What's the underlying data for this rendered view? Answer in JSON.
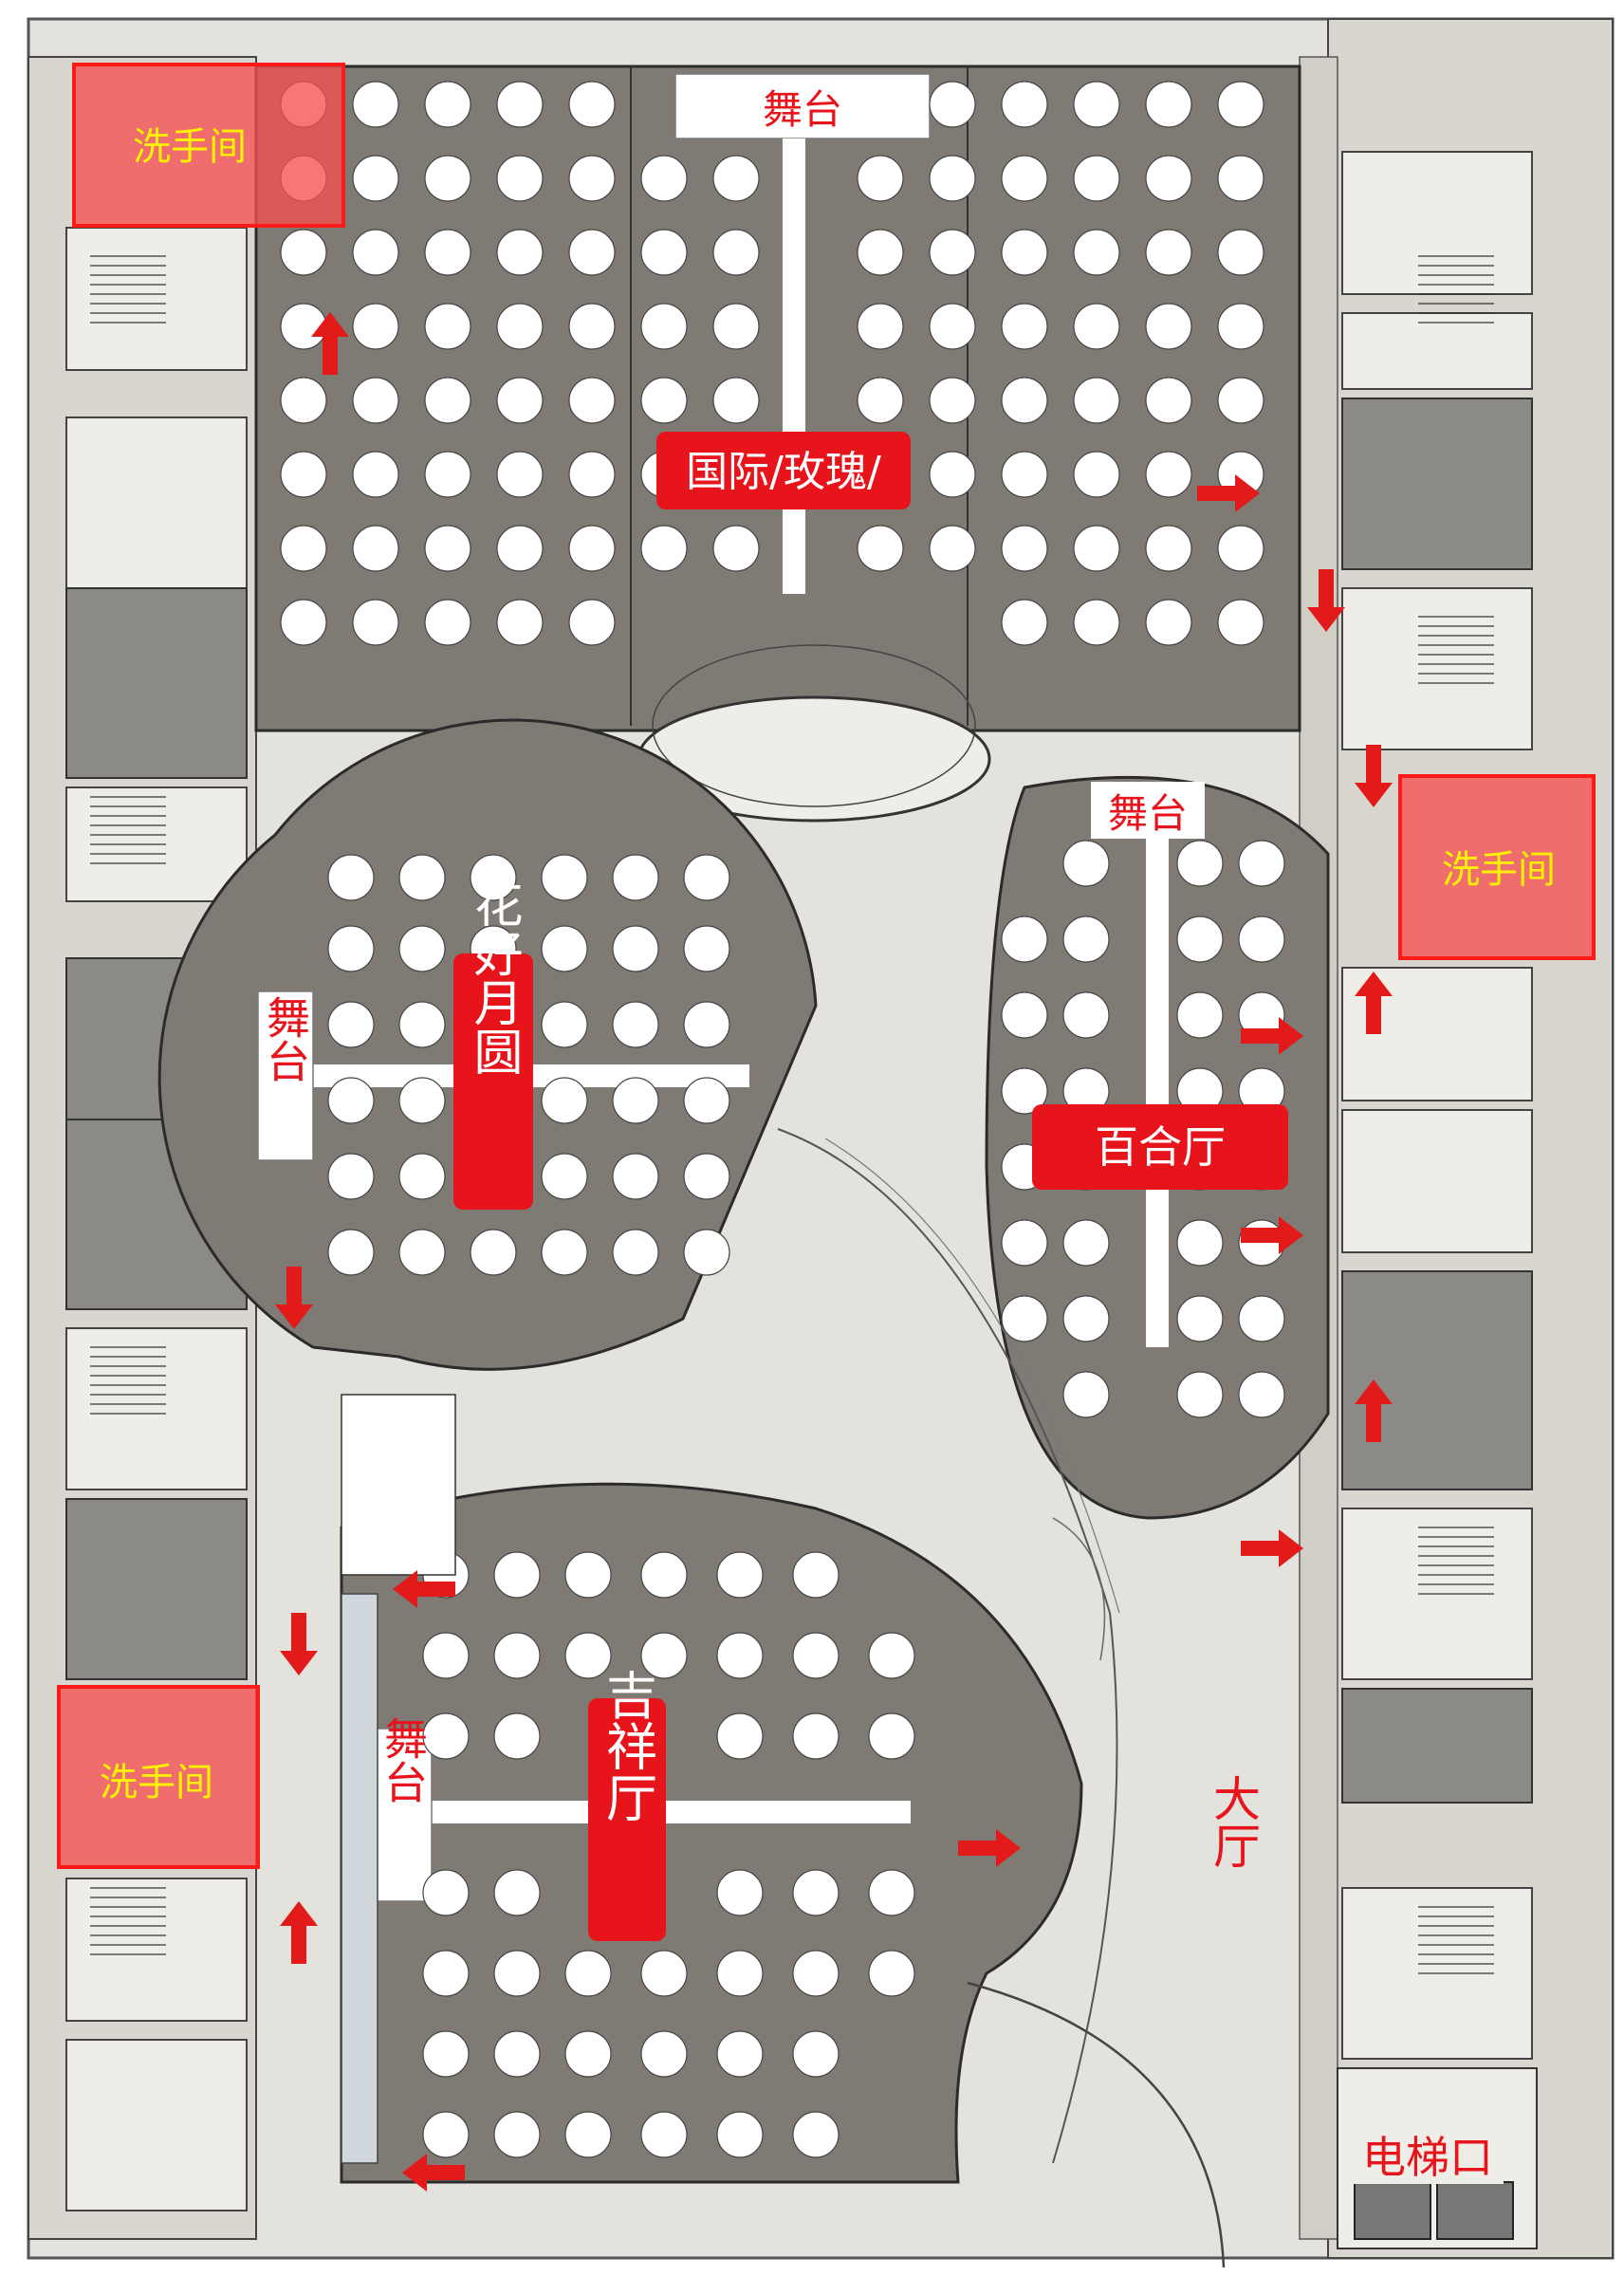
{
  "labels": {
    "stage_top": "舞台",
    "guoji": "国际/玫瑰/",
    "stage_baihe": "舞台",
    "baihe": "百合厅",
    "stage_left": "舞台",
    "huahao": "花好月圆",
    "stage_jixiang": "舞台",
    "jixiang": "吉祥厅",
    "dating": "大厅",
    "elevator": "电梯口",
    "restroom_top_left": "洗手间",
    "restroom_right": "洗手间",
    "restroom_bottom_left": "洗手间"
  },
  "colors": {
    "highlight_red": "#e8141b",
    "restroom_fill": "#f55050",
    "restroom_text": "#fff200",
    "hall_fill": "#7f7b74",
    "table_fill": "#ffffff"
  }
}
